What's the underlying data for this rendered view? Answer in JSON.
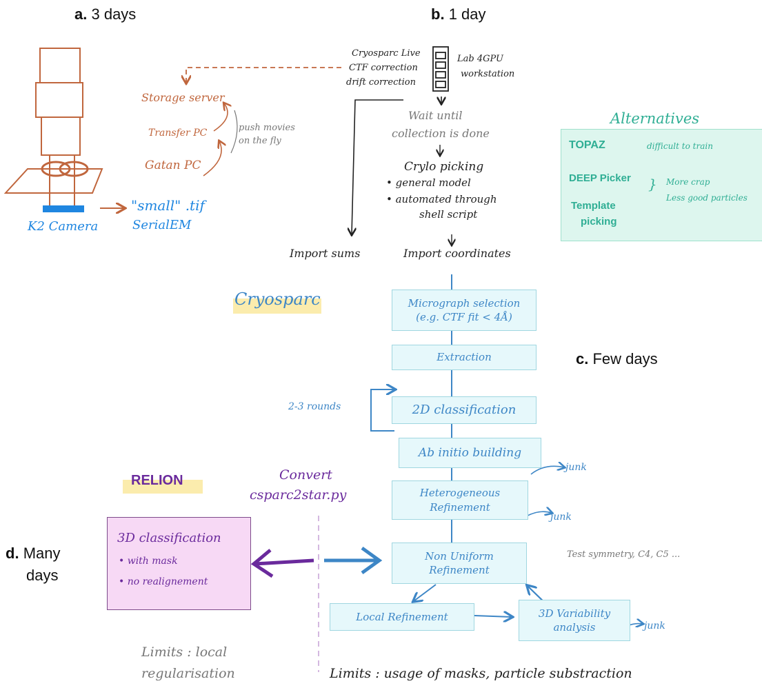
{
  "sections": {
    "a": {
      "letter": "a.",
      "text": "3 days"
    },
    "b": {
      "letter": "b.",
      "text": "1 day"
    },
    "c": {
      "letter": "c.",
      "text": "Few days"
    },
    "d": {
      "letter": "d.",
      "text": "Many",
      "text2": "days"
    }
  },
  "acquisition": {
    "storage": "Storage server",
    "transfer": "Transfer PC",
    "gatan": "Gatan PC",
    "push": "push movies",
    "push2": "on the fly",
    "small_tif": "\"small\" .tif",
    "serialem": "SerialEM",
    "camera": "K2 Camera"
  },
  "preprocessing": {
    "live": "Cryosparc Live",
    "ctf": "CTF correction",
    "drift": "drift correction",
    "lab": "Lab 4GPU",
    "workstation": "workstation",
    "wait1": "Wait until",
    "wait2": "collection is done",
    "crylo": "Crylo picking",
    "general": "• general model",
    "automated": "• automated through",
    "shell": "shell script",
    "import_sums": "Import sums",
    "import_coords": "Import coordinates"
  },
  "alternatives": {
    "title": "Alternatives",
    "topaz": "TOPAZ",
    "topaz_note": "difficult to train",
    "deep": "DEEP Picker",
    "template1": "Template",
    "template2": "picking",
    "note1": "More crap",
    "note2": "Less good particles"
  },
  "cryosparc": {
    "label": "Cryosparc",
    "micro1": "Micrograph selection",
    "micro2": "(e.g. CTF fit < 4Å)",
    "extraction": "Extraction",
    "rounds": "2-3 rounds",
    "class2d": "2D classification",
    "abinitio": "Ab initio building",
    "junk1": "junk",
    "hetero1": "Heterogeneous",
    "hetero2": "Refinement",
    "junk2": "junk",
    "nonuni1": "Non Uniform",
    "nonuni2": "Refinement",
    "test": "Test symmetry, C4, C5 ...",
    "local": "Local Refinement",
    "var1": "3D Variability",
    "var2": "analysis",
    "junk3": "junk",
    "limits": "Limits : usage of masks, particle substraction"
  },
  "relion": {
    "label": "RELION",
    "convert": "Convert",
    "script": "csparc2star.py",
    "class3d": "3D classification",
    "mask": "• with mask",
    "noalign": "• no realignement",
    "limits1": "Limits : local",
    "limits2": "regularisation"
  },
  "colors": {
    "orange": "#c0663d",
    "blue": "#3d86c6",
    "purple": "#6a2a9c",
    "teal": "#2fae94",
    "highlight": "#fbecad"
  }
}
